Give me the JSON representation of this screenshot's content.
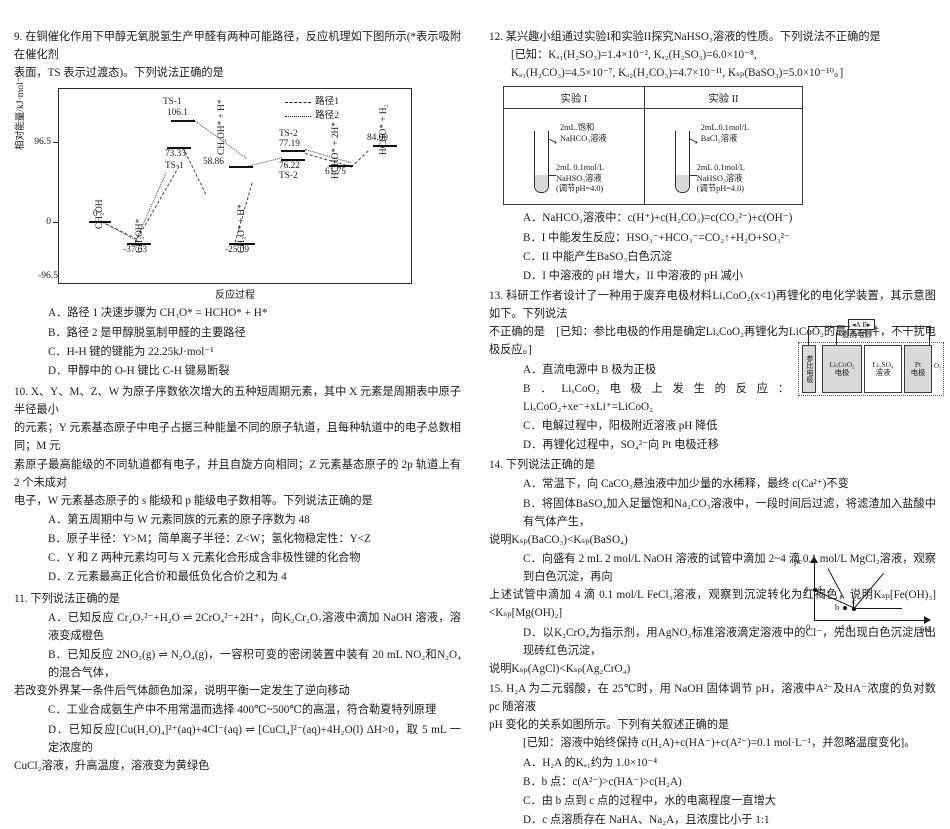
{
  "q9": {
    "number": "9.",
    "stem_line1": "在铜催化作用下甲醇无氧脱氢生产甲醛有两种可能路径，反应机理如下图所示(*表示吸附在催化剂",
    "stem_line2": "表面，TS 表示过渡态)。下列说法正确的是",
    "options": [
      "A．路径 1 决速步骤为 CH₃O* = HCHO* + H*",
      "B．路径 2 是甲醇脱氢制甲醛的主要路径",
      "C．H-H 键的键能为 22.25kJ·mol⁻¹",
      "D．甲醇中的 O-H 键比 C-H 键易断裂"
    ]
  },
  "chart_data": {
    "type": "line",
    "title": "",
    "xlabel": "反应过程",
    "ylabel": "相对能量/kJ·mol⁻¹",
    "ylim": [
      -96.5,
      96.5
    ],
    "yticks": [
      "96.5",
      "0",
      "-96.5"
    ],
    "legend": [
      "路径1",
      "路径2"
    ],
    "legend_position": "top-right",
    "grid": false,
    "levels": [
      {
        "id": "r",
        "value": 0,
        "value_label": "0",
        "species": "CH₃OH",
        "x": 0.07
      },
      {
        "id": "i1",
        "value": -37.63,
        "value_label": "-37.63",
        "species": "CH₃OH*",
        "x": 0.24
      },
      {
        "id": "ts1a",
        "value": 106.1,
        "value_label": "106.1",
        "species": "TS-1",
        "x": 0.4,
        "path": 2
      },
      {
        "id": "ts1b",
        "value": 73.33,
        "value_label": "73.33",
        "species": "TS-1",
        "x": 0.4,
        "path": 1
      },
      {
        "id": "i2a",
        "value": 58.86,
        "value_label": "58.86",
        "species": "CH₂OH* + H*",
        "x": 0.55,
        "path": 2
      },
      {
        "id": "i2b",
        "value": -25.09,
        "value_label": "-25.09",
        "species": "CH₃O* + H*",
        "x": 0.55,
        "path": 1
      },
      {
        "id": "ts2a",
        "value": 77.19,
        "value_label": "77.19",
        "species": "TS-2",
        "x": 0.7,
        "path": 2
      },
      {
        "id": "ts2b",
        "value": 76.22,
        "value_label": "76.22",
        "species": "TS-2",
        "x": 0.7,
        "path": 1
      },
      {
        "id": "i3",
        "value": 61.75,
        "value_label": "61.75",
        "species": "HCHO* + 2H*",
        "x": 0.84
      },
      {
        "id": "p",
        "value": 84.0,
        "value_label": "84.00",
        "species": "HCHO* + H₂",
        "x": 0.95
      }
    ]
  },
  "q10": {
    "number": "10.",
    "stem_line1": "X、Y、M、Z、W 为原子序数依次增大的五种短周期元素，其中 X 元素是周期表中原子半径最小",
    "stem_line2": "的元素；Y 元素基态原子中电子占据三种能量不同的原子轨道，且每种轨道中的电子总数相同；M 元",
    "stem_line3": "素原子最高能级的不同轨道都有电子，并且自旋方向相同；Z 元素基态原子的 2p 轨道上有 2 个未成对",
    "stem_line4": "电子，W 元素基态原子的 s 能级和 p 能级电子数相等。下列说法正确的是",
    "options": [
      "A．第五周期中与 W 元素同族的元素的原子序数为 48",
      "B．原子半径：Y>M；简单离子半径：Z<W；氢化物稳定性：Y<Z",
      "C．Y 和 Z 两种元素均可与 X 元素化合形成含非极性键的化合物",
      "D．Z 元素最高正化合价和最低负化合价之和为 4"
    ]
  },
  "q11": {
    "number": "11.",
    "stem": "下列说法正确的是",
    "optA": "A．已知反应 Cr₂O₇²⁻+H₂O ⇌ 2CrO₄²⁻+2H⁺，向K₂Cr₂O₇溶液中滴加 NaOH 溶液，溶液变成橙色",
    "optB_l1": "B．已知反应 2NO₂(g) ⇌ N₂O₄(g)，一容积可变的密闭装置中装有 20 mL NO₂和N₂O₄的混合气体，",
    "optB_l2": "若改变外界某一条件后气体颜色加深，说明平衡一定发生了逆向移动",
    "optC": "C．工业合成氨生产中不用常温而选择 400℃~500℃的高温，符合勒夏特列原理",
    "optD_l1": "D．已知反应[Cu(H₂O)₄]²⁺(aq)+4Cl⁻(aq) ⇌ [CuCl₄]²⁻(aq)+4H₂O(l) ΔH>0，取 5 mL 一定浓度的",
    "optD_l2": "CuCl₂溶液，升高温度，溶液变为黄绿色"
  },
  "q12": {
    "number": "12.",
    "stem": "某兴趣小组通过实验I和实验II探究NaHSO₃溶液的性质。下列说法不正确的是",
    "known_l1": "[已知：Kₐ₁(H₂SO₃)=1.4×10⁻², Kₐ₂(H₂SO₃)=6.0×10⁻⁸,",
    "known_l2": "Kₐ₁(H₂CO₃)=4.5×10⁻⁷, Kₐ₂(H₂CO₃)=4.7×10⁻¹¹, Kₛₚ(BaSO₃)=5.0×10⁻¹⁰。]",
    "table": {
      "headers": [
        "实验 I",
        "实验 II"
      ],
      "cells": [
        {
          "top_note_l1": "2mL.饱和",
          "top_note_l2": "NaHCO₃溶液",
          "bot_note_l1": "2mL 0.1mol/L",
          "bot_note_l2": "NaHSO₃溶液",
          "bot_note_l3": "(调节pH=4.0)"
        },
        {
          "top_note_l1": "2mL.0.1mol/L",
          "top_note_l2": "BaCl₂溶液",
          "bot_note_l1": "2mL 0.1mol/L",
          "bot_note_l2": "NaHSO₃溶液",
          "bot_note_l3": "(调节pH=4.0)"
        }
      ]
    },
    "options": [
      "A．NaHCO₃溶液中：c(H⁺)+c(H₂CO₃)=c(CO₃²⁻)+c(OH⁻)",
      "B．I 中能发生反应：HSO₃⁻+HCO₃⁻=CO₂↑+H₂O+SO₃²⁻",
      "C．II 中能产生BaSO₃白色沉淀",
      "D．I 中溶液的 pH 增大，II 中溶液的 pH 减小"
    ]
  },
  "q13": {
    "number": "13.",
    "stem_l1": "科研工作者设计了一种用于废弃电极材料LiₓCoO₂(x<1)再锂化的电化学装置，其示意图如下。下列说法",
    "stem_l2": "不正确的是　[已知：参比电极的作用是确定LiₓCoO₂再锂化为LiCoO₂的最优条件，不干扰电极反应。]",
    "options": [
      "A．直流电源中 B 极为正极",
      "B．LiₓCoO₂电极上发生的反应：LiₓCoO₂+xe⁻+xLi⁺=LiCoO₂",
      "C．电解过程中，阳极附近溶液 pH 降低",
      "D．再锂化过程中，SO₄²⁻向 Pt 电极迁移"
    ],
    "figure": {
      "source_terminal_a": "A",
      "source_terminal_b": "B",
      "source_label": "直流电源",
      "electrodes": [
        {
          "l1": "参",
          "l2": "比",
          "l3": "电",
          "l4": "极",
          "text": "参比电极"
        },
        {
          "text": "LiₓCoO₂\n电极"
        },
        {
          "text": "Li₂SO₄\n溶液"
        },
        {
          "text": "Pt\n电极"
        }
      ],
      "gas_label": "O₂"
    }
  },
  "q14": {
    "number": "14.",
    "stem": "下列说法正确的是",
    "optA": "A．常温下，向 CaCO₃悬浊液中加少量的水稀释，最终 c(Ca²⁺)不变",
    "optB_l1": "B．将固体BaSO₄加入足量饱和Na₂CO₃溶液中，一段时间后过滤，将滤渣加入盐酸中有气体产生，",
    "optB_l2": "说明Kₛₚ(BaCO₃)<Kₛₚ(BaSO₄)",
    "optC_l1": "C．向盛有 2 mL 2 mol/L NaOH 溶液的试管中滴加 2~4 滴 0.1 mol/L MgCl₂溶液，观察到白色沉淀，再向",
    "optC_l2": "上述试管中滴加 4 滴 0.1 mol/L FeCl₃溶液，观察到沉淀转化为红褐色，说明Kₛₚ[Fe(OH)₃]<Kₛₚ[Mg(OH)₂]",
    "optD_l1": "D．以K₂CrO₄为指示剂，用AgNO₃标准溶液滴定溶液中的Cl⁻，先出现白色沉淀后出现砖红色沉淀，",
    "optD_l2": "说明Kₛₚ(AgCl)<Kₛₚ(Ag₂CrO₄)"
  },
  "q15": {
    "number": "15.",
    "stem_l1": "H₂A 为二元弱酸，在 25℃时，用 NaOH 固体调节 pH，溶液中A²⁻及HA⁻浓度的负对数 pc 随溶液",
    "stem_l2": "pH 变化的关系如图所示。下列有关叙述正确的是",
    "known": "[已知：溶液中始终保持 c(H₂A)+c(HA⁻)+c(A²⁻)=0.1 mol·L⁻¹，并忽略温度变化]。",
    "options": [
      "A．H₂A 的Kₐ₁约为 1.0×10⁻⁴",
      "B．b 点：c(A²⁻)>c(HA⁻)>c(H₂A)",
      "C．由 b 点到 c 点的过程中，水的电离程度一直增大",
      "D．c 点溶质存在 NaHA、Na₂A，且浓度比小于 1:1"
    ],
    "plot": {
      "type": "line",
      "ylabel": "pc",
      "xlabel": "pH",
      "origin_label": "0",
      "ytick": "4",
      "xtick": "4.4",
      "points": [
        "a",
        "b",
        "c"
      ]
    }
  }
}
